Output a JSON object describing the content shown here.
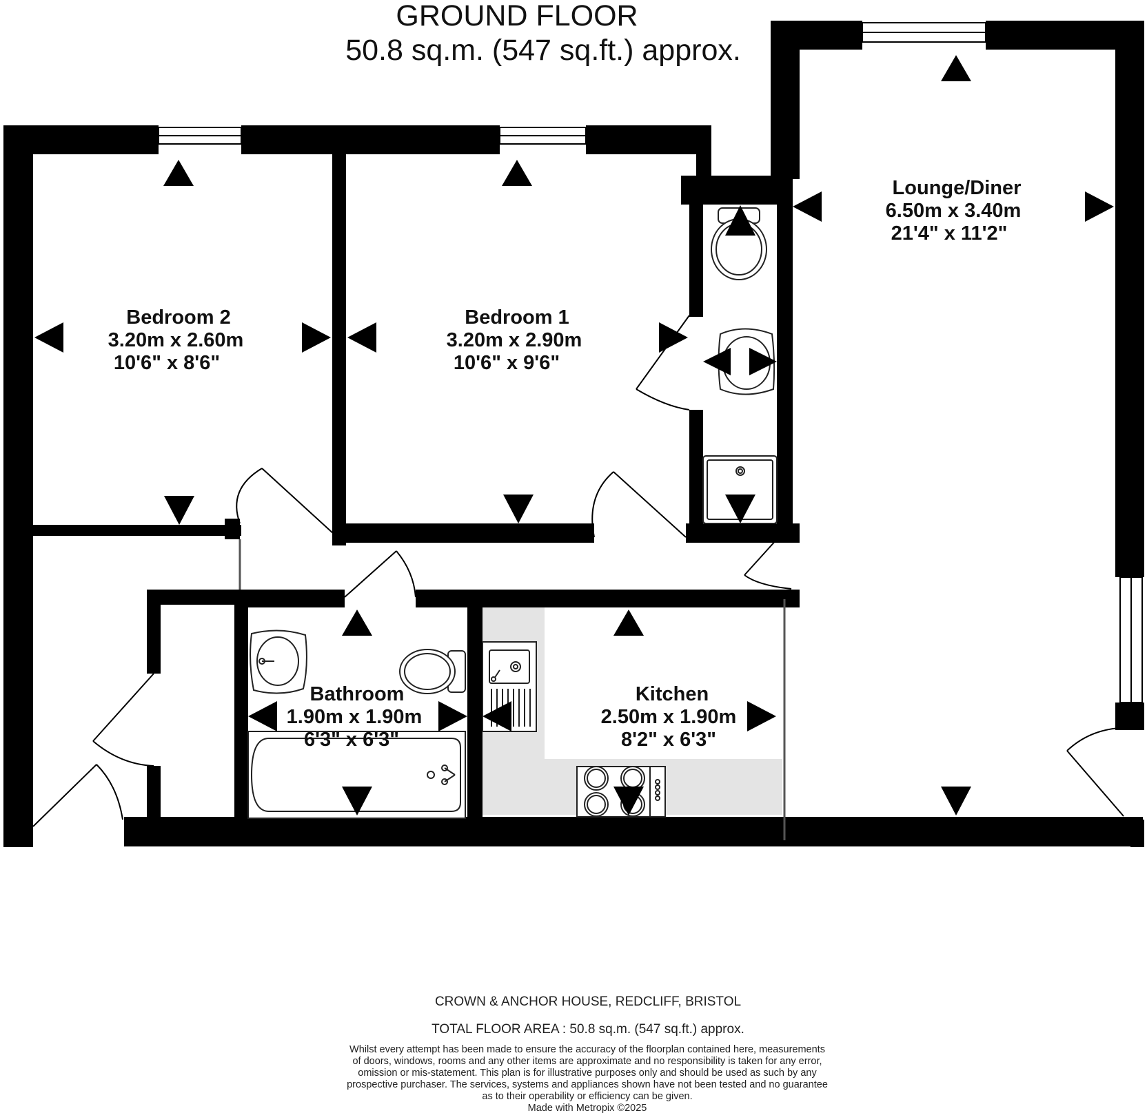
{
  "header": {
    "title": "GROUND FLOOR",
    "area": "50.8 sq.m. (547 sq.ft.) approx."
  },
  "rooms": {
    "bedroom2": {
      "name": "Bedroom 2",
      "metric": "3.20m  x 2.60m",
      "imperial": "10'6\"  x 8'6\""
    },
    "bedroom1": {
      "name": "Bedroom 1",
      "metric": "3.20m  x 2.90m",
      "imperial": "10'6\"  x 9'6\""
    },
    "lounge": {
      "name": "Lounge/Diner",
      "metric": "6.50m  x 3.40m",
      "imperial": "21'4\"  x 11'2\""
    },
    "bathroom": {
      "name": "Bathroom",
      "metric": "1.90m  x 1.90m",
      "imperial": "6'3\"  x 6'3\""
    },
    "kitchen": {
      "name": "Kitchen",
      "metric": "2.50m  x 1.90m",
      "imperial": "8'2\"  x 6'3\""
    }
  },
  "footer": {
    "address": "CROWN & ANCHOR HOUSE, REDCLIFF, BRISTOL",
    "total_area": "TOTAL FLOOR AREA : 50.8 sq.m. (547 sq.ft.) approx.",
    "disclaimer": [
      "Whilst every attempt has been made to ensure the accuracy of the floorplan contained here, measurements",
      "of doors, windows, rooms and any other items are approximate and no responsibility is taken for any error,",
      "omission or mis-statement. This plan is for illustrative purposes only and should be used as such by any",
      "prospective purchaser. The services, systems and appliances shown have not been tested and no guarantee",
      "as to their operability or efficiency can be given."
    ],
    "credit": "Made with Metropix ©2025"
  },
  "colors": {
    "wall": "#000000",
    "kitchen_floor": "#e4e4e4",
    "fixture_stroke": "#222222",
    "window_fill": "#ffffff"
  }
}
